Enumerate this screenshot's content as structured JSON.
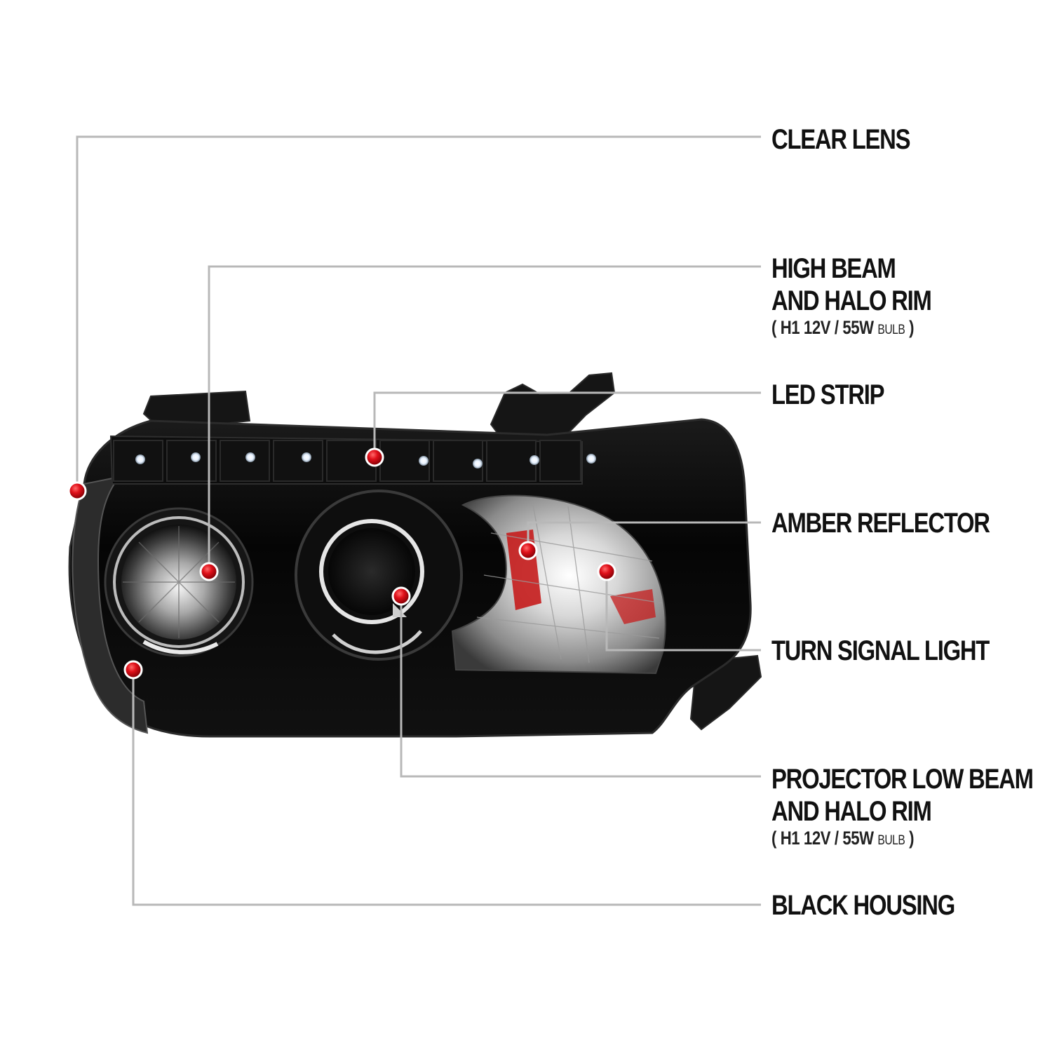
{
  "callouts": {
    "clear_lens": "CLEAR LENS",
    "high_beam_line1": "HIGH BEAM",
    "high_beam_line2": "AND HALO RIM",
    "high_beam_spec_open": "( H1  12V / 55W ",
    "high_beam_spec_bulb": "BULB",
    "high_beam_spec_close": " )",
    "led_strip": "LED STRIP",
    "amber_reflector": "AMBER REFLECTOR",
    "turn_signal": "TURN SIGNAL LIGHT",
    "projector_line1": "PROJECTOR LOW BEAM",
    "projector_line2": "AND HALO RIM",
    "projector_spec_open": "( H1  12V / 55W ",
    "projector_spec_bulb": "BULB",
    "projector_spec_close": " )",
    "black_housing": "BLACK HOUSING"
  },
  "colors": {
    "background": "#ffffff",
    "leader_line": "#b8b8b8",
    "marker_dot": "#e0101a",
    "housing": "#0a0a0a",
    "label_text": "#111111"
  },
  "icons": {
    "marker": "red-dot-marker",
    "product": "headlight-assembly-illustration"
  }
}
